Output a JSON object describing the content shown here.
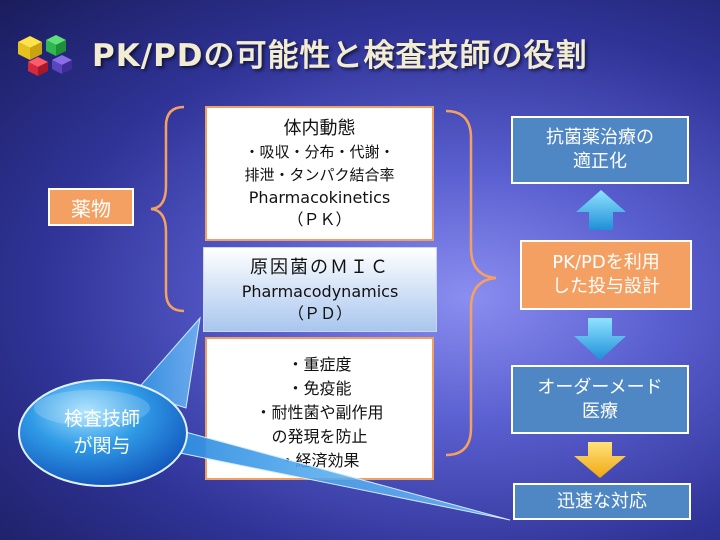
{
  "slide": {
    "title": "PK/PDの可能性と検査技師の役割",
    "drug_label": "薬物",
    "pk_box": {
      "title": "体内動態",
      "list_line1": "・吸収・分布・代謝・",
      "list_line2": "排泄・タンパク結合率",
      "english": "Pharmacokinetics",
      "abbr": "（ＰＫ）"
    },
    "pd_box": {
      "title": "原因菌のＭＩＣ",
      "english": "Pharmacodynamics",
      "abbr": "（ＰＤ）"
    },
    "effects": [
      "・重症度",
      "・免疫能",
      "・耐性菌や副作用",
      "の発現を防止",
      "・経済効果"
    ],
    "callout": {
      "line1": "検査技師",
      "line2": "が関与"
    },
    "flow": {
      "optimize_line1": "抗菌薬治療の",
      "optimize_line2": "適正化",
      "pkpd_line1": "PK/PDを利用",
      "pkpd_line2": "した投与設計",
      "tailored_line1": "オーダーメード",
      "tailored_line2": "医療",
      "rapid": "迅速な対応"
    }
  },
  "colors": {
    "orange": "#f5a063",
    "blue_box": "#4f86c4",
    "arrow_blue": "#33b0e8",
    "arrow_yellow": "#f4b820",
    "title_text": "#f2ecd2"
  }
}
